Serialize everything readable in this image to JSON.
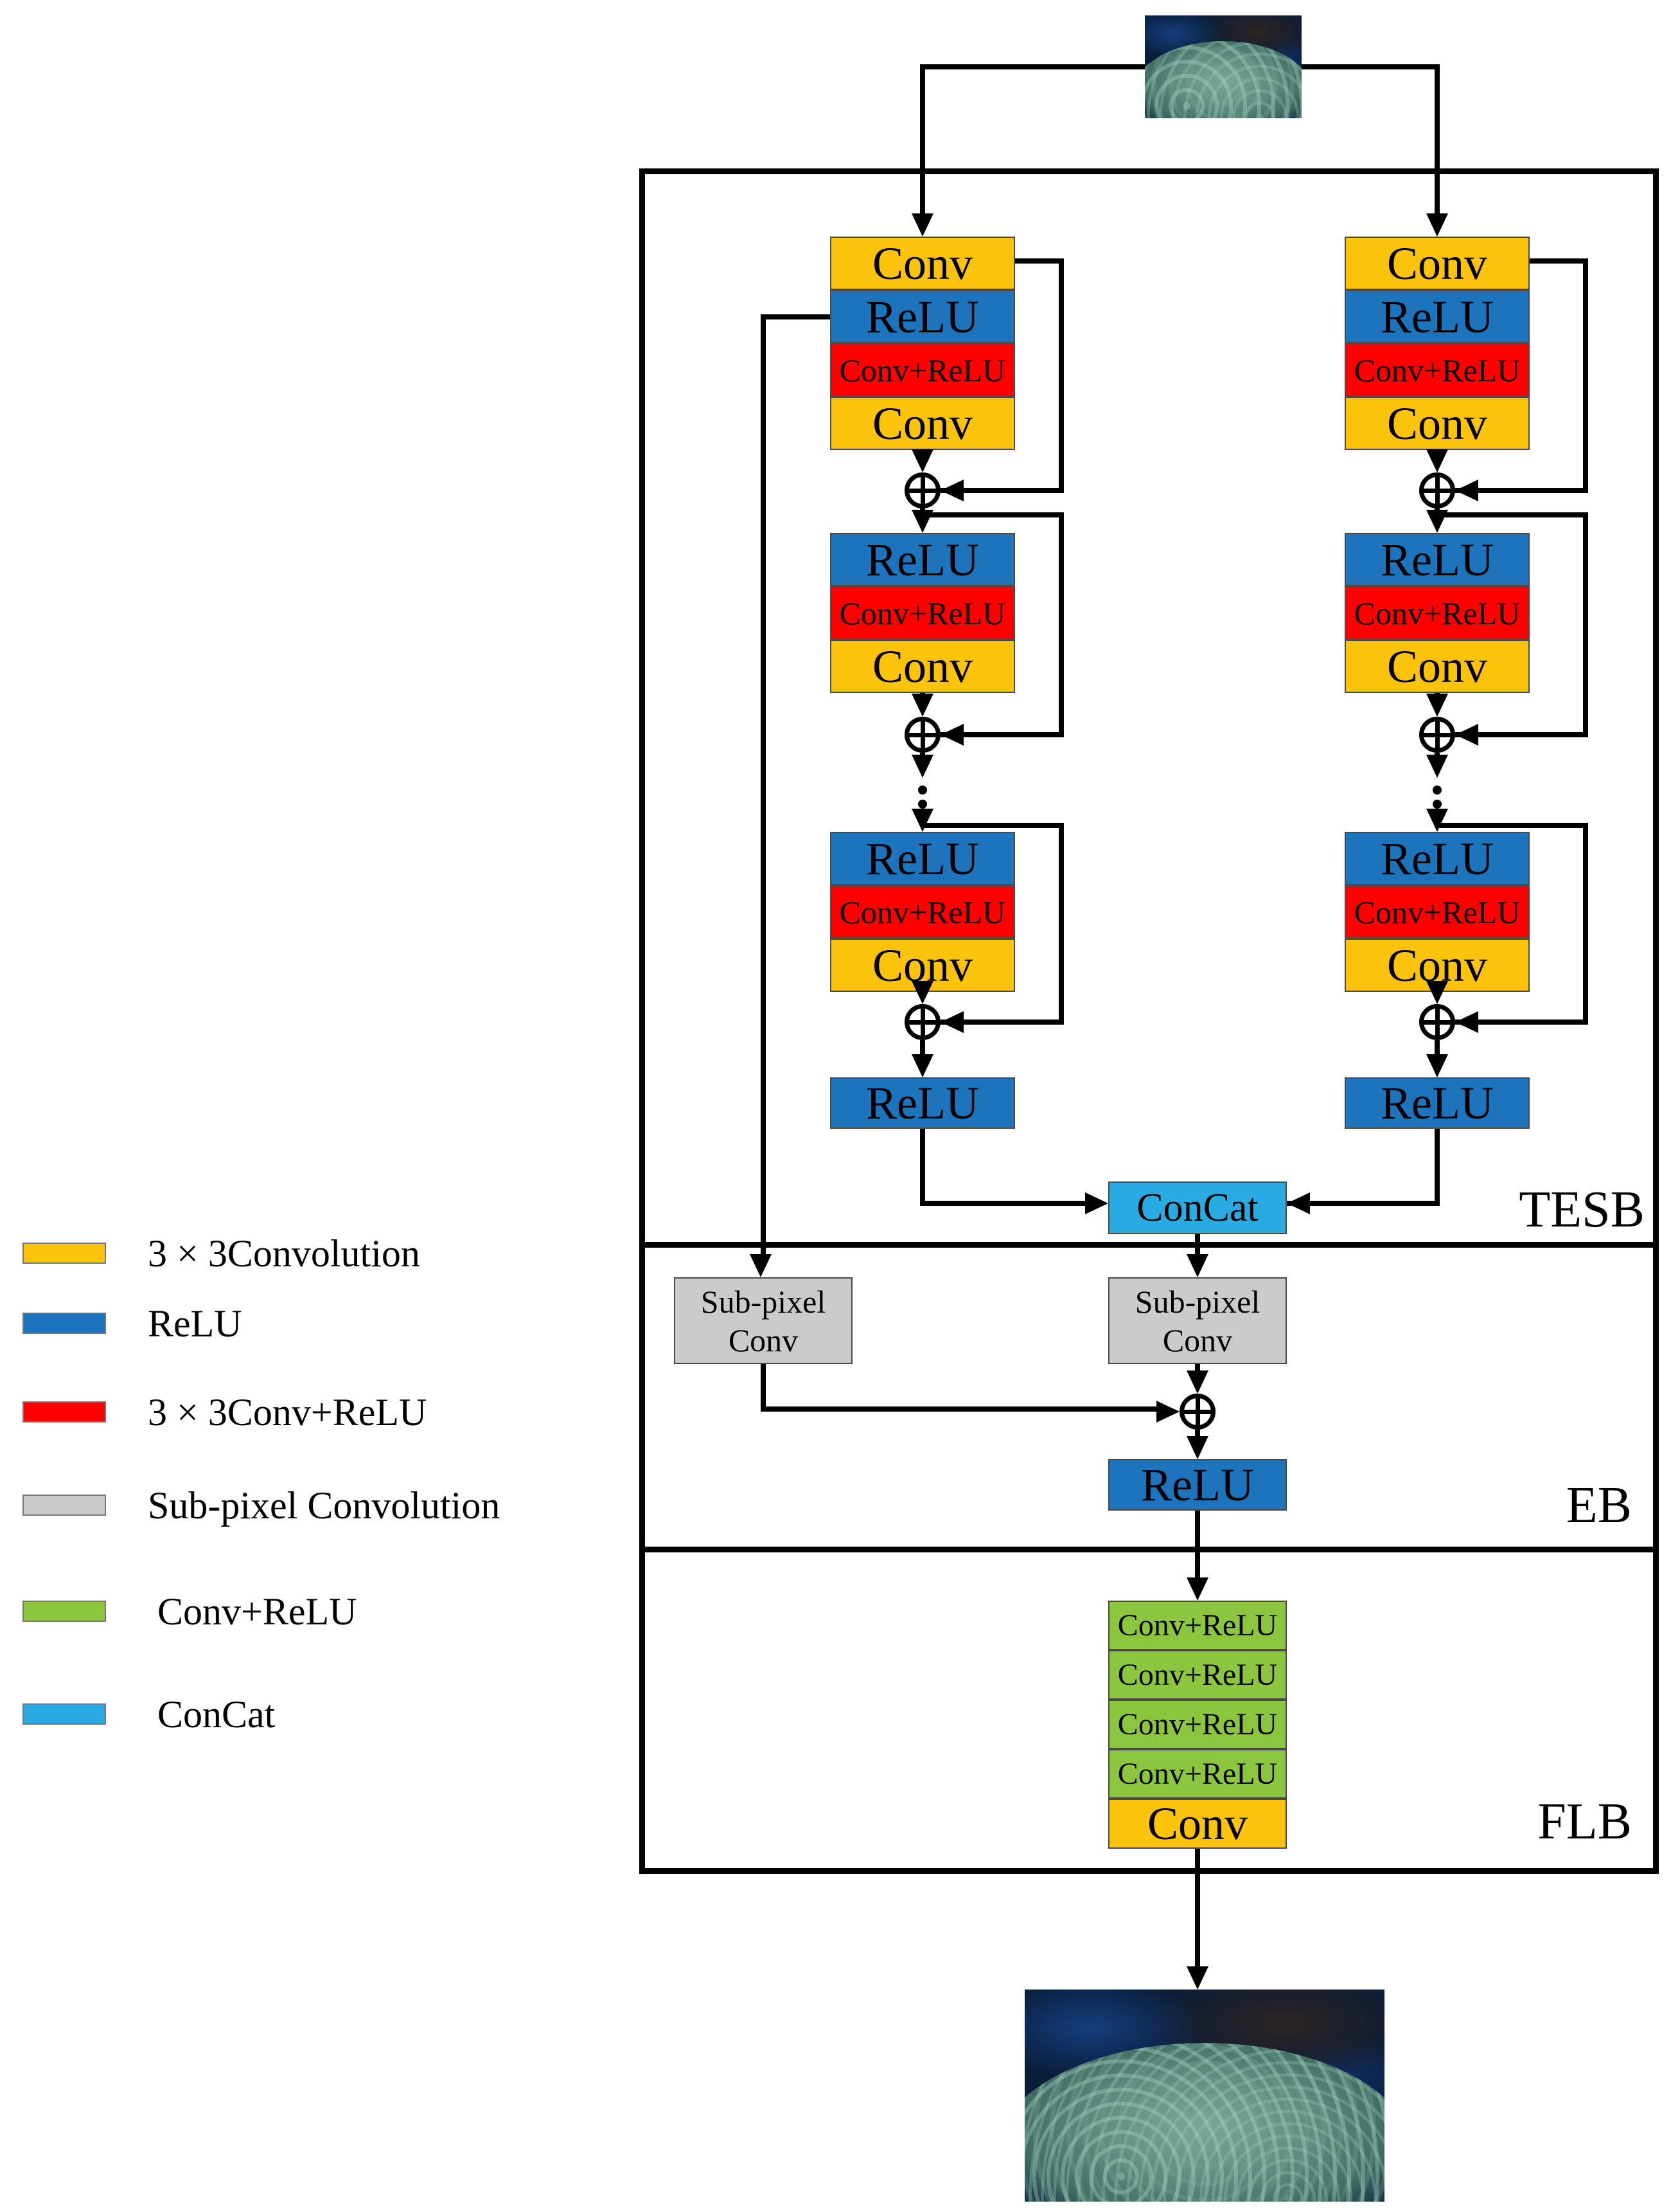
{
  "sections": {
    "tesb": "TESB",
    "eb": "EB",
    "flb": "FLB"
  },
  "colors": {
    "conv_yellow": "#FBC30B",
    "relu_blue": "#1B74BC",
    "conv_relu_red": "#FF0000",
    "subpixel_gray": "#CBCBCB",
    "flb_green": "#8CC63F",
    "concat_cyan": "#29ABE2"
  },
  "tesb": {
    "label": "TESB",
    "left_column": {
      "group1": [
        "Conv",
        "ReLU",
        "Conv+ReLU",
        "Conv"
      ],
      "group2": [
        "ReLU",
        "Conv+ReLU",
        "Conv"
      ],
      "group3": [
        "ReLU",
        "Conv+ReLU",
        "Conv"
      ],
      "output_relu": "ReLU"
    },
    "right_column": {
      "group1": [
        "Conv",
        "ReLU",
        "Conv+ReLU",
        "Conv"
      ],
      "group2": [
        "ReLU",
        "Conv+ReLU",
        "Conv"
      ],
      "group3": [
        "ReLU",
        "Conv+ReLU",
        "Conv"
      ],
      "output_relu": "ReLU"
    },
    "concat": "ConCat"
  },
  "eb": {
    "label": "EB",
    "subpixel_left": [
      "Sub-pixel",
      "Conv"
    ],
    "subpixel_right": [
      "Sub-pixel",
      "Conv"
    ],
    "relu": "ReLU"
  },
  "flb": {
    "label": "FLB",
    "conv_relu_stack": [
      "Conv+ReLU",
      "Conv+ReLU",
      "Conv+ReLU",
      "Conv+ReLU"
    ],
    "conv": "Conv"
  },
  "legend": {
    "items": [
      {
        "color": "#FBC30B",
        "label": "3 × 3Convolution"
      },
      {
        "color": "#1B74BC",
        "label": "ReLU"
      },
      {
        "color": "#FF0000",
        "label": "3 × 3Conv+ReLU"
      },
      {
        "color": "#CBCBCB",
        "label": "Sub-pixel Convolution"
      },
      {
        "color": "#8CC63F",
        "label": "Conv+ReLU"
      },
      {
        "color": "#29ABE2",
        "label": "ConCat"
      }
    ]
  }
}
